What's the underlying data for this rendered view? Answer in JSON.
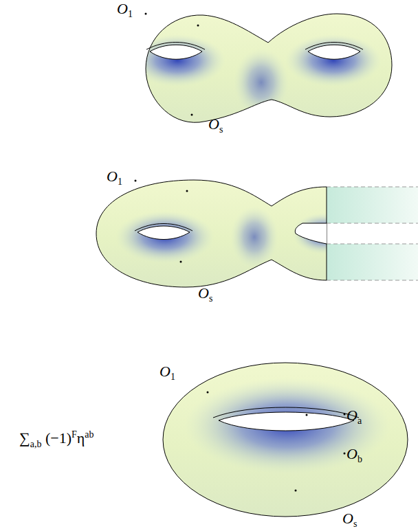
{
  "diagram": {
    "labels": [
      "O1",
      "Os",
      "O1",
      "Os",
      "∑a,b (−1)Fηab",
      "O1",
      "Oa",
      "Ob",
      "Os"
    ]
  }
}
